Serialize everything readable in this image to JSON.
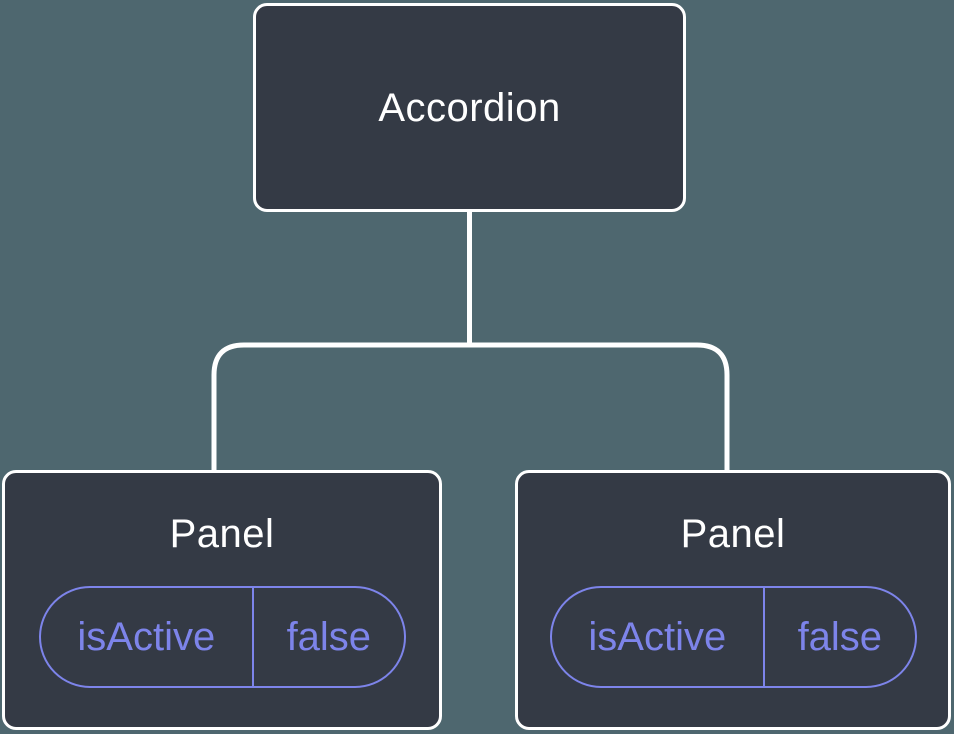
{
  "colors": {
    "bg": "#4e676f",
    "box": "#343a45",
    "line": "#ffffff",
    "accent": "#7d84ea"
  },
  "tree": {
    "root": {
      "label": "Accordion"
    },
    "children": [
      {
        "label": "Panel",
        "props": [
          {
            "name": "isActive",
            "value": "false"
          }
        ]
      },
      {
        "label": "Panel",
        "props": [
          {
            "name": "isActive",
            "value": "false"
          }
        ]
      }
    ]
  }
}
